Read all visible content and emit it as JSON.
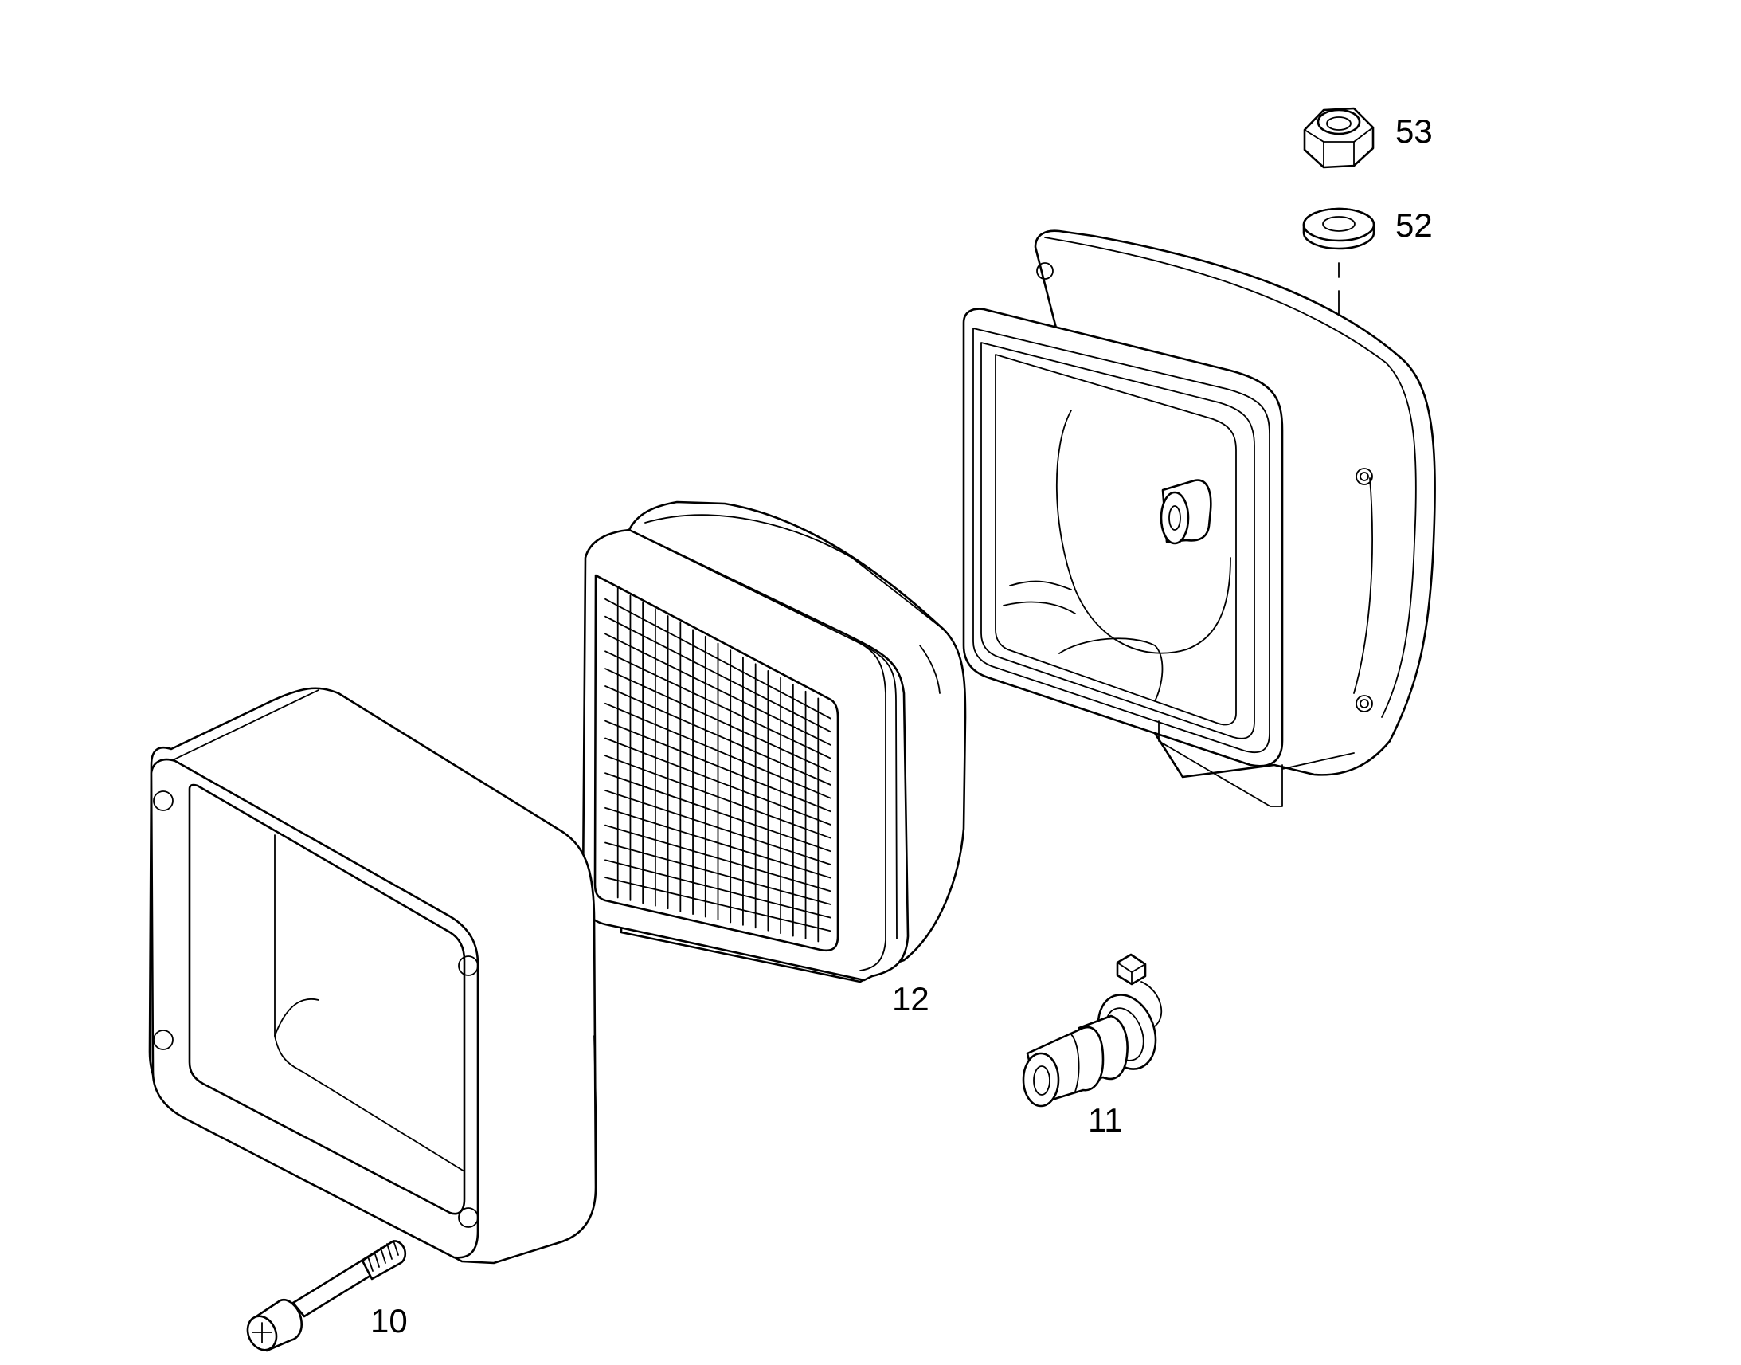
{
  "callouts": {
    "screw": "10",
    "bulb": "11",
    "lens": "12",
    "washer": "52",
    "nut": "53"
  },
  "parts": [
    {
      "id": "10",
      "icon": "screw-icon"
    },
    {
      "id": "11",
      "icon": "bulb-icon"
    },
    {
      "id": "12",
      "icon": "lens-icon"
    },
    {
      "id": "52",
      "icon": "washer-icon"
    },
    {
      "id": "53",
      "icon": "nut-icon"
    }
  ]
}
